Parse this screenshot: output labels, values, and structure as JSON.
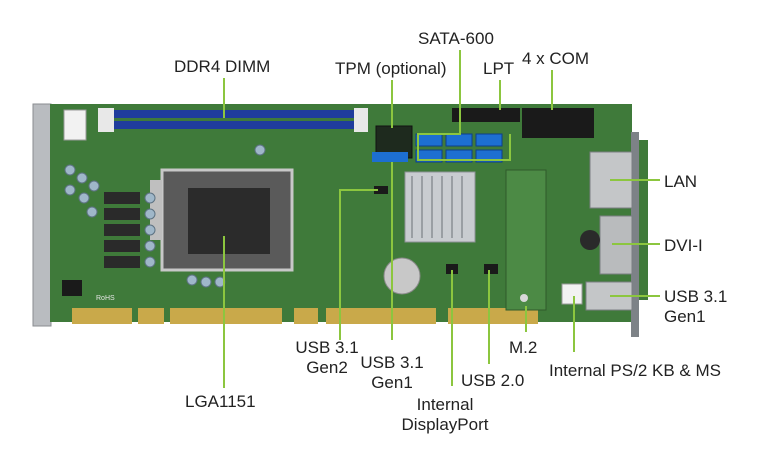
{
  "labels": {
    "ddr4": "DDR4 DIMM",
    "tpm": "TPM (optional)",
    "sata": "SATA-600",
    "lpt": "LPT",
    "com": "4 x COM",
    "lan": "LAN",
    "dvi": "DVI-I",
    "usb31_gen1_right_line1": "USB 3.1",
    "usb31_gen1_right_line2": "Gen1",
    "usb31_gen2_line1": "USB 3.1",
    "usb31_gen2_line2": "Gen2",
    "usb31_gen1_mid_line1": "USB 3.1",
    "usb31_gen1_mid_line2": "Gen1",
    "usb20": "USB 2.0",
    "m2": "M.2",
    "ps2": "Internal PS/2 KB & MS",
    "lga": "LGA1151",
    "dp_line1": "Internal",
    "dp_line2": "DisplayPort"
  },
  "board_marking": "RoHS",
  "colors": {
    "pcb": "#3f7a3a",
    "leader": "#8cc63f",
    "dimm_slot": "#1f3c9c",
    "sata": "#1d6fd1",
    "gold_finger": "#c9a94a"
  }
}
